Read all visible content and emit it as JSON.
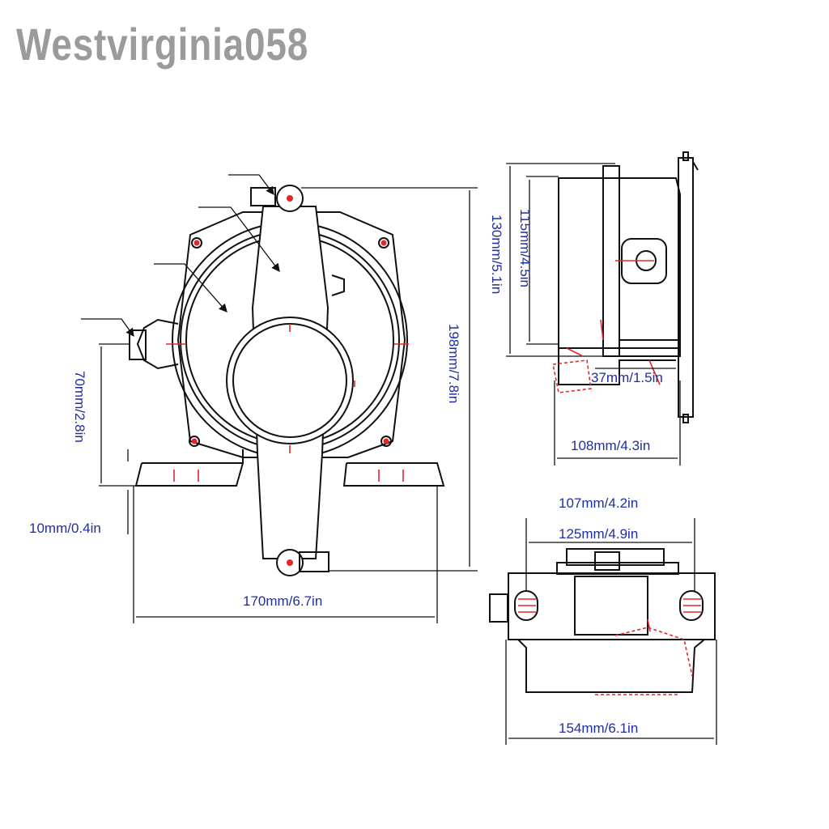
{
  "watermark": "Westvirginia058",
  "front_view": {
    "height_label": "198mm/7.8in",
    "width_label": "170mm/6.7in",
    "mount_height_label": "70mm/2.8in",
    "foot_thickness_label": "10mm/0.4in"
  },
  "side_view": {
    "inner_height_label": "115mm/4.5in",
    "outer_height_label": "130mm/5.1in",
    "shaft_label": "37mm/1.5in",
    "depth_label": "108mm/4.3in"
  },
  "top_view": {
    "width_label_1": "107mm/4.2in",
    "width_label_2": "125mm/4.9in",
    "width_label_3": "154mm/6.1in"
  },
  "colors": {
    "dimension_text": "#1e2fa0",
    "marks": "#e3262b",
    "line": "#111111"
  }
}
